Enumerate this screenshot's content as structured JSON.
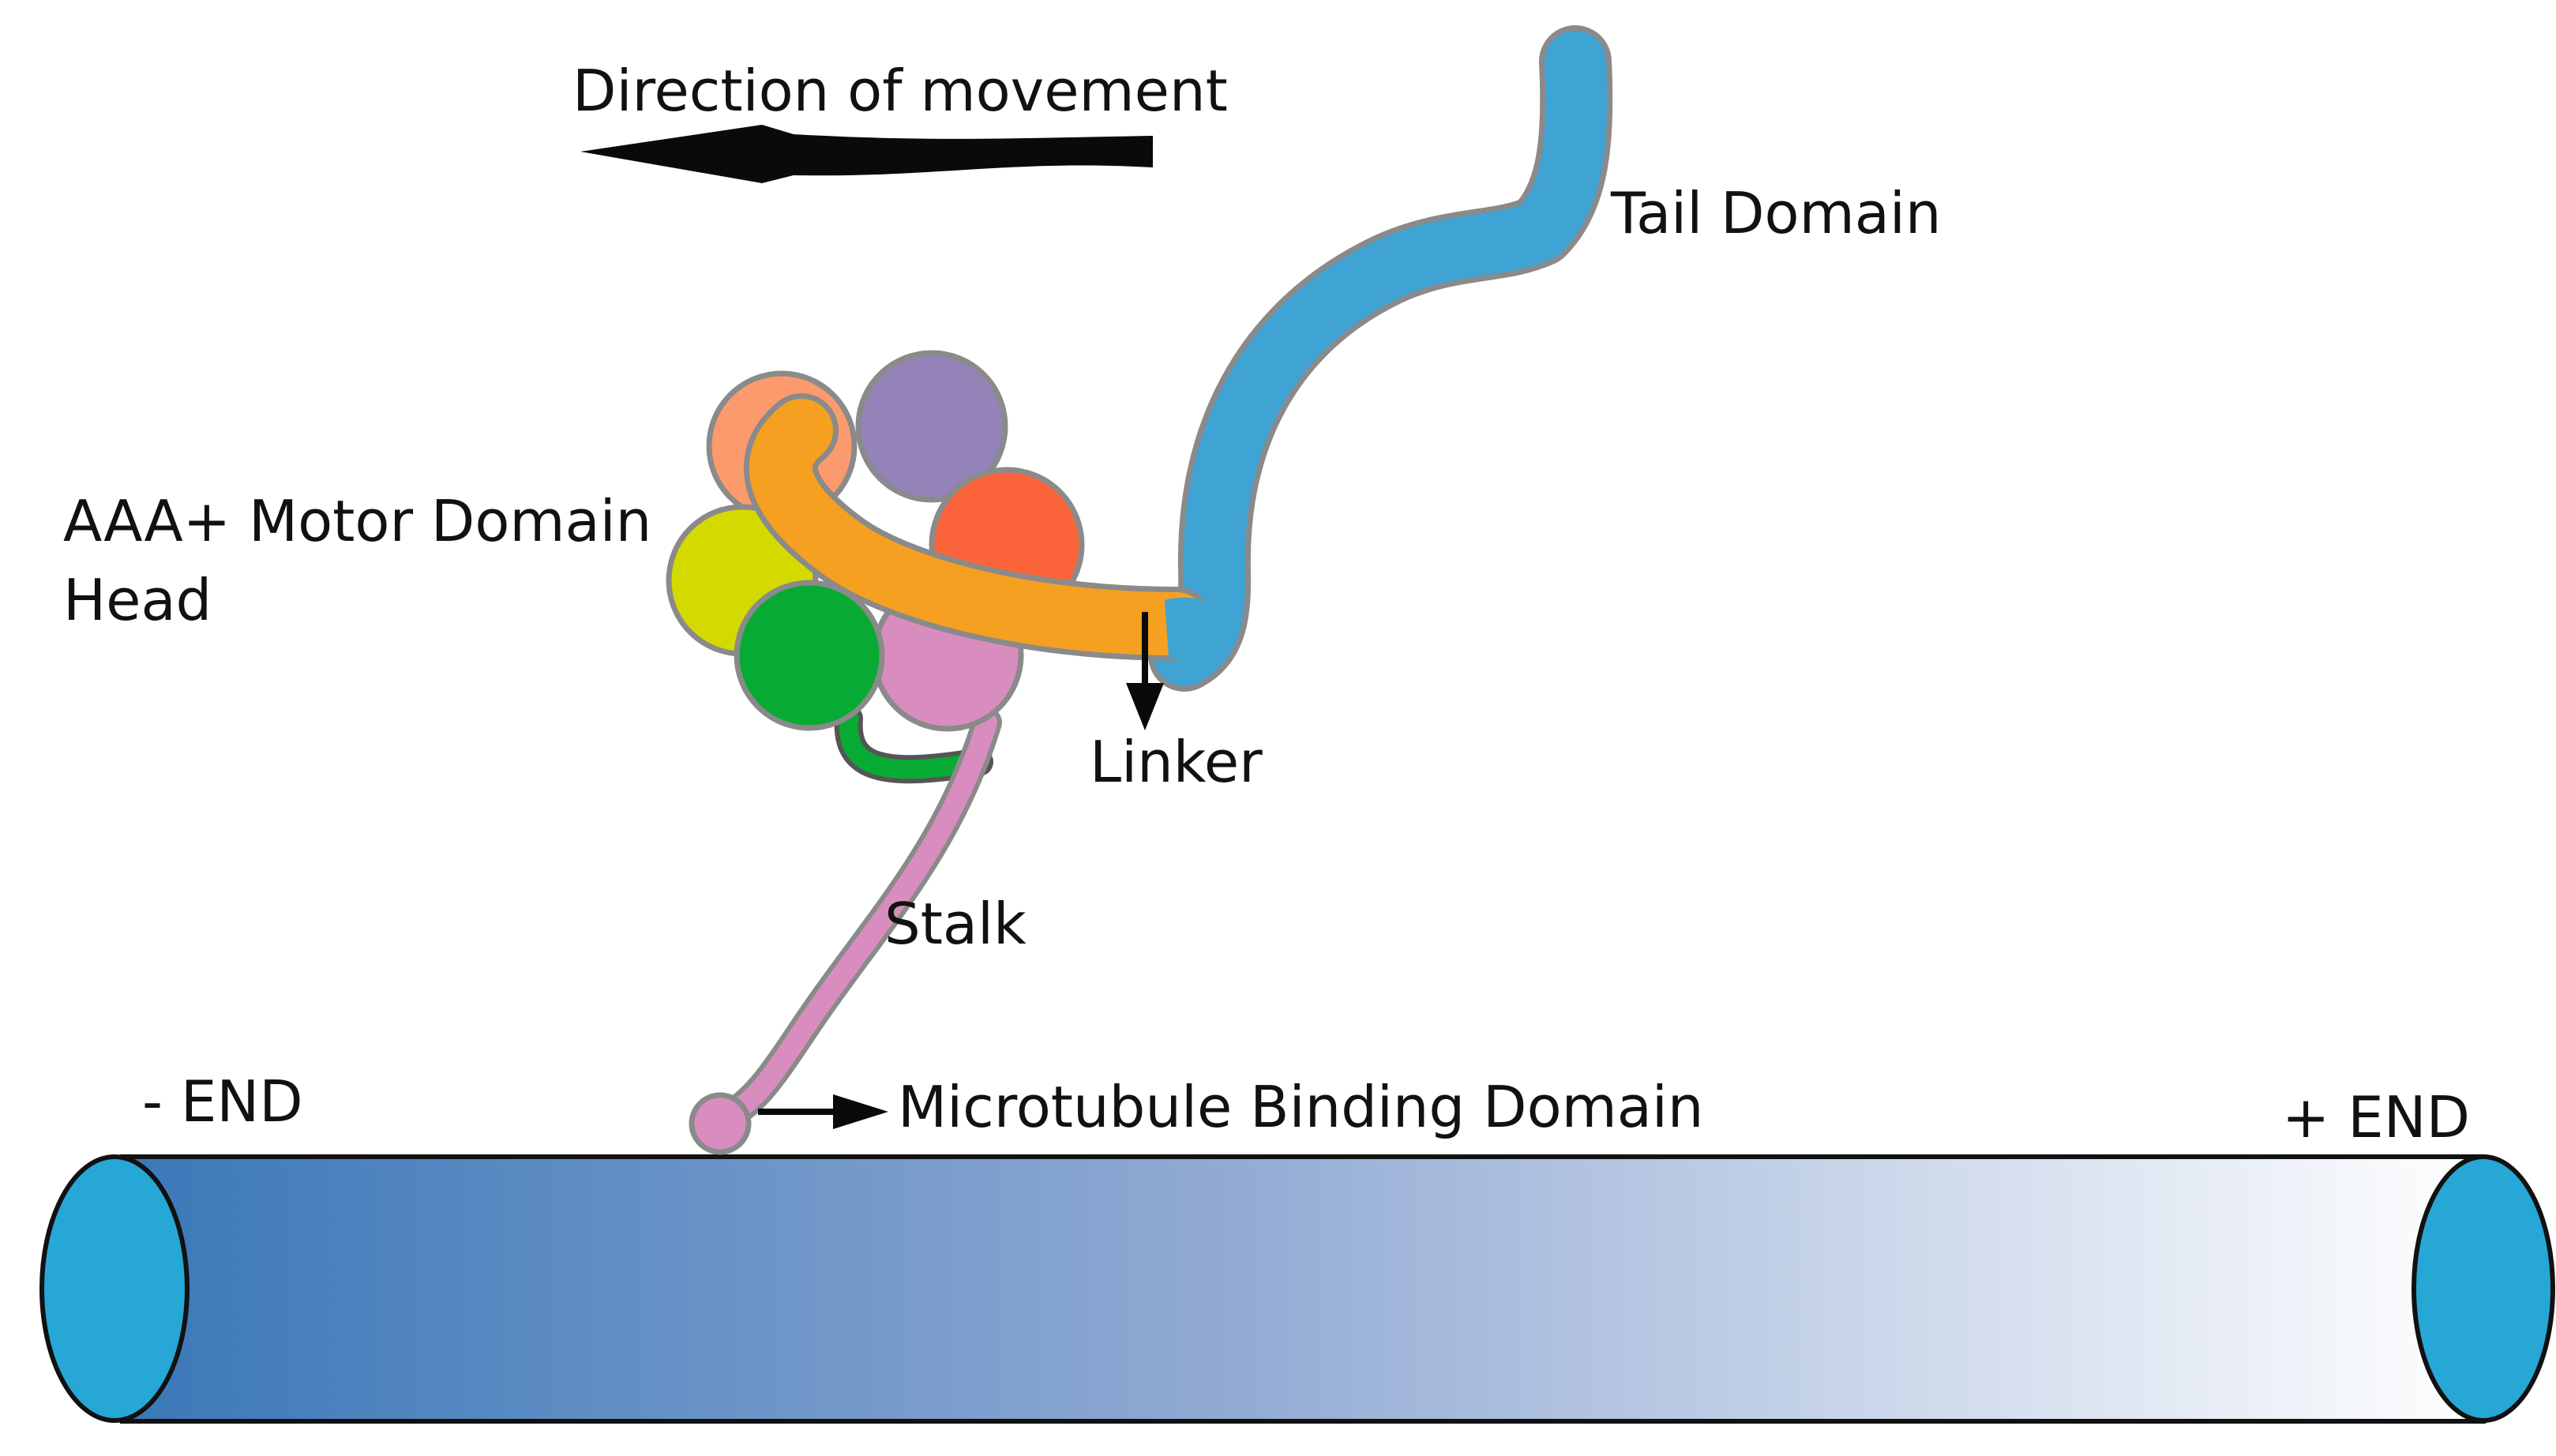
{
  "labels": {
    "direction": "Direction of movement",
    "tail": "Tail Domain",
    "motor_line1": "AAA+ Motor Domain",
    "motor_line2": "Head",
    "linker": "Linker",
    "stalk": "Stalk",
    "mtbd": "Microtubule Binding Domain",
    "minus_end": "- END",
    "plus_end": "+ END"
  },
  "colors": {
    "tail": "#3fa3d3",
    "linker": "#f5a021",
    "stalk": "#d98dbe",
    "outline": "#8a8a8a",
    "end_cap": "#27a7d6",
    "mt_dark": "#3a78b8",
    "mt_light": "#ffffff",
    "ring": [
      "#fb9a6c",
      "#9483b8",
      "#fb643a",
      "#d4da00",
      "#07ab34",
      "#d98dbe"
    ]
  }
}
